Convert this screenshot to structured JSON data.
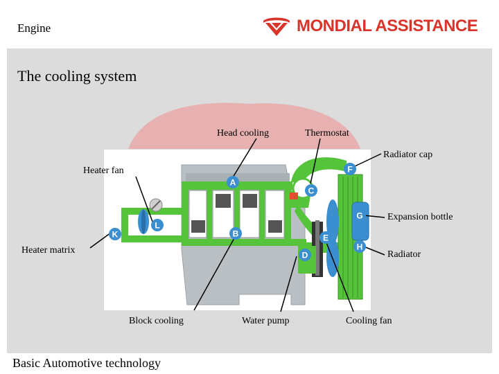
{
  "header": {
    "title": "Engine"
  },
  "logo": {
    "text": "MONDIAL ASSISTANCE",
    "brand_color": "#d8342a"
  },
  "slide": {
    "title": "The cooling system"
  },
  "labels": {
    "head_cooling": "Head cooling",
    "thermostat": "Thermostat",
    "radiator_cap": "Radiator cap",
    "heater_fan": "Heater fan",
    "expansion_bottle": "Expansion bottle",
    "heater_matrix": "Heater matrix",
    "radiator": "Radiator",
    "block_cooling": "Block cooling",
    "water_pump": "Water pump",
    "cooling_fan": "Cooling fan"
  },
  "markers": {
    "A": "A",
    "B": "B",
    "C": "C",
    "D": "D",
    "E": "E",
    "F": "F",
    "G": "G",
    "H": "H",
    "K": "K",
    "L": "L"
  },
  "footer": {
    "text": "Basic Automotive technology"
  },
  "colors": {
    "coolant_green": "#56c43a",
    "marker_blue": "#3b8fd1",
    "engine_gray": "#b9bfc2",
    "panel_gray": "#dcdcdc"
  }
}
